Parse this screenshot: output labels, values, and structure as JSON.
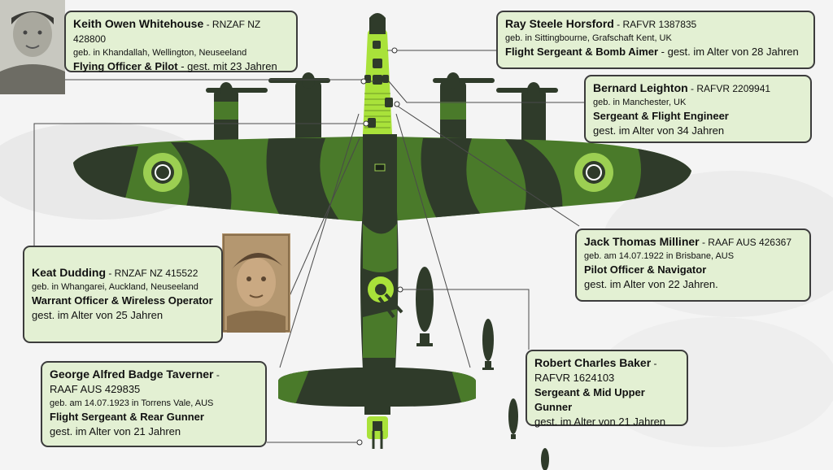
{
  "colors": {
    "card_bg": "#e3f0d3",
    "card_border": "#3c3c3c",
    "camo_dark": "#2f3b2a",
    "camo_green": "#4a7a2a",
    "highlight": "#a9e23a",
    "roundel": "#9ccf52"
  },
  "crew": [
    {
      "id": "whitehouse",
      "name": "Keith Owen Whitehouse",
      "unit": " - RNZAF NZ 428800",
      "origin": "geb. in Khandallah, Wellington, Neuseeland",
      "role": "Flying Officer & Pilot",
      "age": " - gest. mit 23 Jahren"
    },
    {
      "id": "horsford",
      "name": "Ray Steele Horsford",
      "unit": " - RAFVR 1387835",
      "origin": "geb. in Sittingbourne, Grafschaft Kent, UK",
      "role": "Flight Sergeant & Bomb Aimer",
      "age": " - gest. im Alter von 28 Jahren"
    },
    {
      "id": "leighton",
      "name": "Bernard Leighton",
      "unit": " - RAFVR 2209941",
      "origin": "geb. in Manchester, UK",
      "role": "Sergeant & Flight Engineer",
      "age": "gest. im Alter von 34 Jahren"
    },
    {
      "id": "milliner",
      "name": "Jack Thomas Milliner",
      "unit": " - RAAF AUS 426367",
      "origin": "geb. am 14.07.1922 in Brisbane, AUS",
      "role": "Pilot Officer & Navigator",
      "age": "gest. im Alter von 22 Jahren."
    },
    {
      "id": "dudding",
      "name": "Keat Dudding",
      "unit": " - RNZAF NZ 415522",
      "origin": "geb. in Whangarei, Auckland, Neuseeland",
      "role": "Warrant Officer & Wireless Operator",
      "age": "gest. im Alter von 25 Jahren"
    },
    {
      "id": "taverner",
      "name": "George Alfred Badge Taverner",
      "unit": " -",
      "unit2": "RAAF AUS 429835",
      "origin": "geb. am 14.07.1923 in Torrens Vale, AUS",
      "role": "Flight Sergeant & Rear Gunner",
      "age": "gest. im Alter von 21 Jahren"
    },
    {
      "id": "baker",
      "name": "Robert Charles Baker",
      "unit": " -",
      "unit2": "RAFVR 1624103",
      "role": "Sergeant & Mid Upper Gunner",
      "age": "gest. im Alter von 21 Jahren"
    }
  ]
}
